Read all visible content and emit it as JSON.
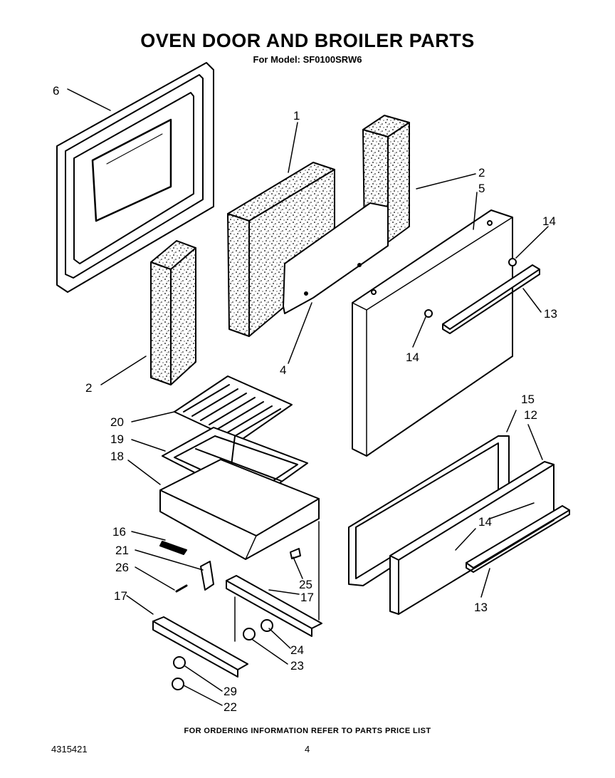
{
  "header": {
    "title": "OVEN DOOR AND BROILER PARTS",
    "subtitle": "For Model: SF0100SRW6"
  },
  "footer": {
    "ordering_note": "FOR ORDERING INFORMATION REFER TO PARTS PRICE LIST",
    "document_number": "4315421",
    "page_number": "4"
  },
  "callouts": {
    "c1": "1",
    "c2a": "2",
    "c2b": "2",
    "c4": "4",
    "c5": "5",
    "c6": "6",
    "c12": "12",
    "c13a": "13",
    "c13b": "13",
    "c14a": "14",
    "c14b": "14",
    "c14c": "14",
    "c15": "15",
    "c16": "16",
    "c17a": "17",
    "c17b": "17",
    "c18": "18",
    "c19": "19",
    "c20": "20",
    "c21": "21",
    "c22": "22",
    "c23": "23",
    "c24": "24",
    "c25": "25",
    "c26": "26",
    "c29": "29"
  }
}
